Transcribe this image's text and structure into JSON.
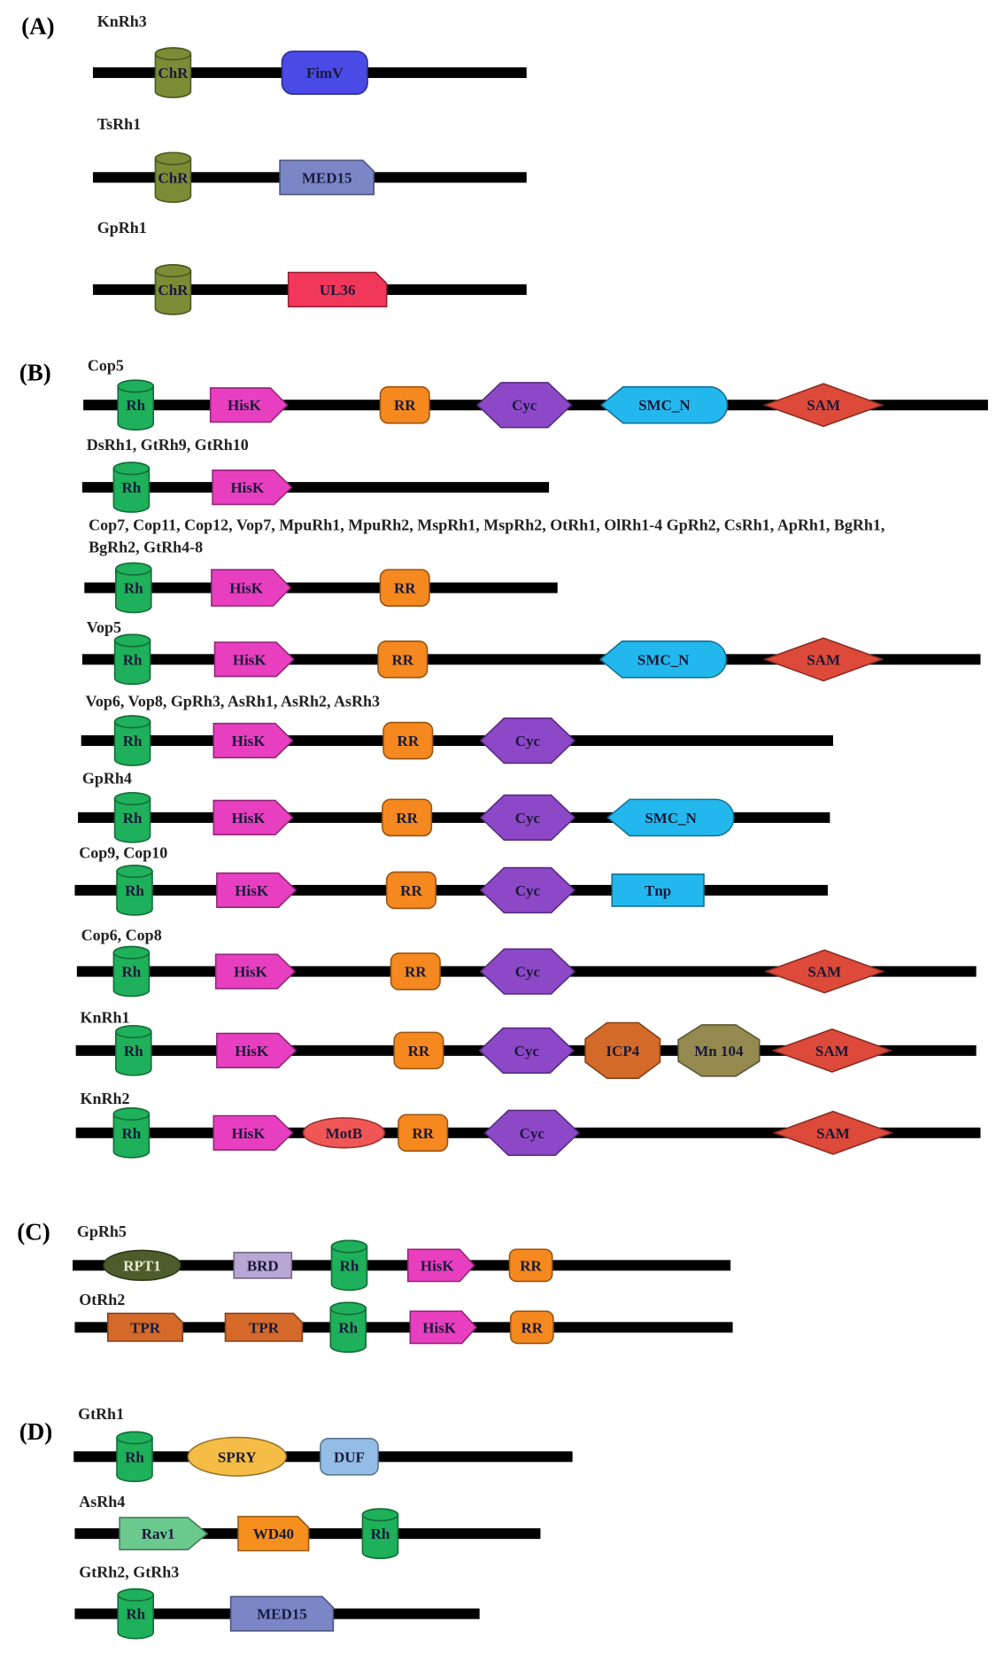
{
  "colors": {
    "ChR": "#7a8c35",
    "Rh": "#1eb05a",
    "HisK": "#e83fc0",
    "RR": "#f5881f",
    "Cyc": "#8d48c8",
    "SMC_N": "#22b8ee",
    "SAM": "#dd4a3a",
    "FimV": "#4a4ae6",
    "MED15": "#7b86c7",
    "UL36": "#f2385a",
    "Tnp": "#22b8ee",
    "ICP4": "#d46a2a",
    "Mn104": "#948a50",
    "MotB": "#f05656",
    "RPT1": "#4c5d2b",
    "BRD": "#b8a6d4",
    "TPR": "#d4692a",
    "SPRY": "#f5bd45",
    "DUF": "#93bde6",
    "Rav1": "#6cc98e",
    "WD40": "#f5901f"
  },
  "panels": [
    {
      "label": "(A)",
      "proteins": [
        {
          "name": "KnRh3",
          "domains": [
            {
              "label": "ChR",
              "type": "ChR",
              "icon": "cylinder"
            },
            {
              "label": "FimV",
              "type": "FimV",
              "icon": "rounded-rect"
            }
          ]
        },
        {
          "name": "TsRh1",
          "domains": [
            {
              "label": "ChR",
              "type": "ChR",
              "icon": "cylinder"
            },
            {
              "label": "MED15",
              "type": "MED15",
              "icon": "clipped-rect"
            }
          ]
        },
        {
          "name": "GpRh1",
          "domains": [
            {
              "label": "ChR",
              "type": "ChR",
              "icon": "cylinder"
            },
            {
              "label": "UL36",
              "type": "UL36",
              "icon": "clipped-rect"
            }
          ]
        }
      ]
    },
    {
      "label": "(B)",
      "proteins": [
        {
          "name": "Cop5",
          "domains": [
            {
              "label": "Rh",
              "type": "Rh",
              "icon": "cylinder"
            },
            {
              "label": "HisK",
              "type": "HisK",
              "icon": "pentagon-arrow"
            },
            {
              "label": "RR",
              "type": "RR",
              "icon": "rounded-square"
            },
            {
              "label": "Cyc",
              "type": "Cyc",
              "icon": "hexagon"
            },
            {
              "label": "SMC_N",
              "type": "SMC_N",
              "icon": "pointed-capsule"
            },
            {
              "label": "SAM",
              "type": "SAM",
              "icon": "diamond"
            }
          ]
        },
        {
          "name": "DsRh1, GtRh9, GtRh10",
          "domains": [
            {
              "label": "Rh",
              "type": "Rh",
              "icon": "cylinder"
            },
            {
              "label": "HisK",
              "type": "HisK",
              "icon": "pentagon-arrow"
            }
          ]
        },
        {
          "name": "Cop7, Cop11, Cop12, Vop7, MpuRh1, MpuRh2, MspRh1, MspRh2, OtRh1, OlRh1-4 GpRh2, CsRh1, ApRh1, BgRh1,",
          "name2": "BgRh2, GtRh4-8",
          "domains": [
            {
              "label": "Rh",
              "type": "Rh",
              "icon": "cylinder"
            },
            {
              "label": "HisK",
              "type": "HisK",
              "icon": "pentagon-arrow"
            },
            {
              "label": "RR",
              "type": "RR",
              "icon": "rounded-square"
            }
          ]
        },
        {
          "name": "Vop5",
          "domains": [
            {
              "label": "Rh",
              "type": "Rh",
              "icon": "cylinder"
            },
            {
              "label": "HisK",
              "type": "HisK",
              "icon": "pentagon-arrow"
            },
            {
              "label": "RR",
              "type": "RR",
              "icon": "rounded-square"
            },
            {
              "label": "SMC_N",
              "type": "SMC_N",
              "icon": "pointed-capsule"
            },
            {
              "label": "SAM",
              "type": "SAM",
              "icon": "diamond"
            }
          ]
        },
        {
          "name": "Vop6, Vop8, GpRh3, AsRh1, AsRh2, AsRh3",
          "domains": [
            {
              "label": "Rh",
              "type": "Rh",
              "icon": "cylinder"
            },
            {
              "label": "HisK",
              "type": "HisK",
              "icon": "pentagon-arrow"
            },
            {
              "label": "RR",
              "type": "RR",
              "icon": "rounded-square"
            },
            {
              "label": "Cyc",
              "type": "Cyc",
              "icon": "hexagon"
            }
          ]
        },
        {
          "name": "GpRh4",
          "domains": [
            {
              "label": "Rh",
              "type": "Rh",
              "icon": "cylinder"
            },
            {
              "label": "HisK",
              "type": "HisK",
              "icon": "pentagon-arrow"
            },
            {
              "label": "RR",
              "type": "RR",
              "icon": "rounded-square"
            },
            {
              "label": "Cyc",
              "type": "Cyc",
              "icon": "hexagon"
            },
            {
              "label": "SMC_N",
              "type": "SMC_N",
              "icon": "pointed-capsule"
            }
          ]
        },
        {
          "name": "Cop9, Cop10",
          "domains": [
            {
              "label": "Rh",
              "type": "Rh",
              "icon": "cylinder"
            },
            {
              "label": "HisK",
              "type": "HisK",
              "icon": "pentagon-arrow"
            },
            {
              "label": "RR",
              "type": "RR",
              "icon": "rounded-square"
            },
            {
              "label": "Cyc",
              "type": "Cyc",
              "icon": "hexagon"
            },
            {
              "label": "Tnp",
              "type": "Tnp",
              "icon": "rect"
            }
          ]
        },
        {
          "name": "Cop6, Cop8",
          "domains": [
            {
              "label": "Rh",
              "type": "Rh",
              "icon": "cylinder"
            },
            {
              "label": "HisK",
              "type": "HisK",
              "icon": "pentagon-arrow"
            },
            {
              "label": "RR",
              "type": "RR",
              "icon": "rounded-square"
            },
            {
              "label": "Cyc",
              "type": "Cyc",
              "icon": "hexagon"
            },
            {
              "label": "SAM",
              "type": "SAM",
              "icon": "diamond"
            }
          ]
        },
        {
          "name": "KnRh1",
          "domains": [
            {
              "label": "Rh",
              "type": "Rh",
              "icon": "cylinder"
            },
            {
              "label": "HisK",
              "type": "HisK",
              "icon": "pentagon-arrow"
            },
            {
              "label": "RR",
              "type": "RR",
              "icon": "rounded-square"
            },
            {
              "label": "Cyc",
              "type": "Cyc",
              "icon": "hexagon"
            },
            {
              "label": "ICP4",
              "type": "ICP4",
              "icon": "octagon"
            },
            {
              "label": "Mn 104",
              "type": "Mn104",
              "icon": "octagon"
            },
            {
              "label": "SAM",
              "type": "SAM",
              "icon": "diamond"
            }
          ]
        },
        {
          "name": "KnRh2",
          "domains": [
            {
              "label": "Rh",
              "type": "Rh",
              "icon": "cylinder"
            },
            {
              "label": "HisK",
              "type": "HisK",
              "icon": "pentagon-arrow"
            },
            {
              "label": "MotB",
              "type": "MotB",
              "icon": "ellipse"
            },
            {
              "label": "RR",
              "type": "RR",
              "icon": "rounded-square"
            },
            {
              "label": "Cyc",
              "type": "Cyc",
              "icon": "hexagon"
            },
            {
              "label": "SAM",
              "type": "SAM",
              "icon": "diamond"
            }
          ]
        }
      ]
    },
    {
      "label": "(C)",
      "proteins": [
        {
          "name": "GpRh5",
          "domains": [
            {
              "label": "RPT1",
              "type": "RPT1",
              "icon": "ellipse"
            },
            {
              "label": "BRD",
              "type": "BRD",
              "icon": "rect"
            },
            {
              "label": "Rh",
              "type": "Rh",
              "icon": "cylinder"
            },
            {
              "label": "HisK",
              "type": "HisK",
              "icon": "pentagon-arrow"
            },
            {
              "label": "RR",
              "type": "RR",
              "icon": "rounded-square"
            }
          ]
        },
        {
          "name": "OtRh2",
          "domains": [
            {
              "label": "TPR",
              "type": "TPR",
              "icon": "clipped-rect"
            },
            {
              "label": "TPR",
              "type": "TPR",
              "icon": "clipped-rect"
            },
            {
              "label": "Rh",
              "type": "Rh",
              "icon": "cylinder"
            },
            {
              "label": "HisK",
              "type": "HisK",
              "icon": "pentagon-arrow"
            },
            {
              "label": "RR",
              "type": "RR",
              "icon": "rounded-square"
            }
          ]
        }
      ]
    },
    {
      "label": "(D)",
      "proteins": [
        {
          "name": "GtRh1",
          "domains": [
            {
              "label": "Rh",
              "type": "Rh",
              "icon": "cylinder"
            },
            {
              "label": "SPRY",
              "type": "SPRY",
              "icon": "ellipse"
            },
            {
              "label": "DUF",
              "type": "DUF",
              "icon": "rounded-square"
            }
          ]
        },
        {
          "name": "AsRh4",
          "domains": [
            {
              "label": "Rav1",
              "type": "Rav1",
              "icon": "pentagon-arrow"
            },
            {
              "label": "WD40",
              "type": "WD40",
              "icon": "clipped-rect"
            },
            {
              "label": "Rh",
              "type": "Rh",
              "icon": "cylinder"
            }
          ]
        },
        {
          "name": "GtRh2, GtRh3",
          "domains": [
            {
              "label": "Rh",
              "type": "Rh",
              "icon": "cylinder"
            },
            {
              "label": "MED15",
              "type": "MED15",
              "icon": "clipped-rect"
            }
          ]
        }
      ]
    }
  ]
}
